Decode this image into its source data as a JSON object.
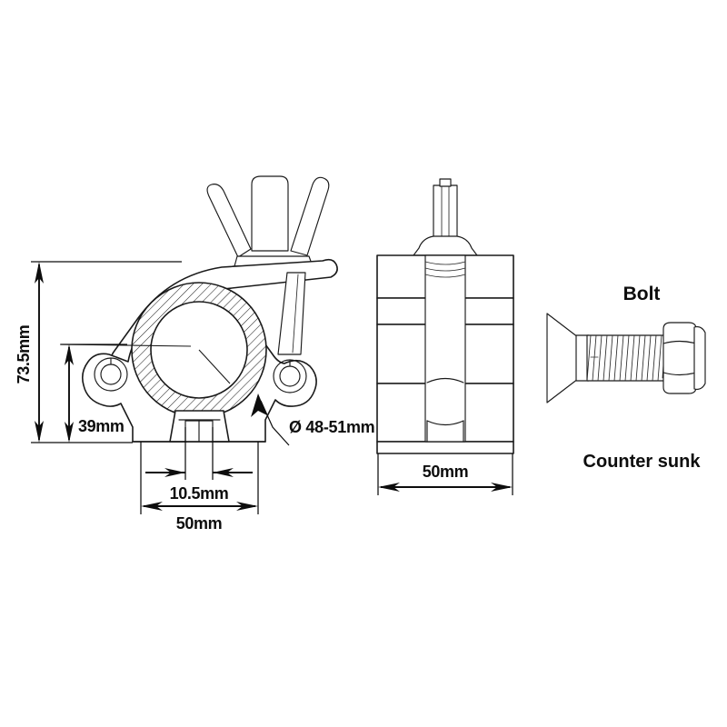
{
  "drawing": {
    "title": "Pipe clamp technical drawing",
    "background_color": "#ffffff",
    "line_color": "#1a1a1a",
    "text_color": "#0d0d0d",
    "views": [
      {
        "id": "front-view",
        "name": "Clamp front sectional view",
        "description": "Half-coupler clamp shown in section around a hatched tube cross-section, with wing nut on top and two mounting ears with bolt holes"
      },
      {
        "id": "side-view",
        "name": "Clamp side view",
        "description": "Side elevation of the clamp body with the bolt and wing nut visible through the body"
      },
      {
        "id": "bolt-view",
        "name": "Bolt detail view",
        "description": "Counter sunk bolt with threaded shaft and hex nut"
      }
    ]
  },
  "dimensions": {
    "overall_height": {
      "label": "73.5mm",
      "value": 73.5,
      "unit": "mm",
      "orientation": "vertical",
      "view": "front-view"
    },
    "body_height": {
      "label": "39mm",
      "value": 39,
      "unit": "mm",
      "orientation": "vertical",
      "view": "front-view"
    },
    "slot_width": {
      "label": "10.5mm",
      "value": 10.5,
      "unit": "mm",
      "orientation": "horizontal",
      "view": "front-view"
    },
    "base_width": {
      "label": "50mm",
      "value": 50,
      "unit": "mm",
      "orientation": "horizontal",
      "view": "front-view"
    },
    "side_width": {
      "label": "50mm",
      "value": 50,
      "unit": "mm",
      "orientation": "horizontal",
      "view": "side-view"
    }
  },
  "callouts": {
    "tube_diameter": {
      "label": "Ø 48-51mm",
      "symbol": "Ø",
      "range_min": 48,
      "range_max": 51,
      "unit": "mm",
      "view": "front-view",
      "points_to": "hatched tube cross-section"
    }
  },
  "labels": {
    "bolt_title": "Bolt",
    "bolt_subtitle": "Counter sunk"
  },
  "icons": {
    "arrow": "dimension-arrow",
    "diameter": "diameter-symbol"
  }
}
